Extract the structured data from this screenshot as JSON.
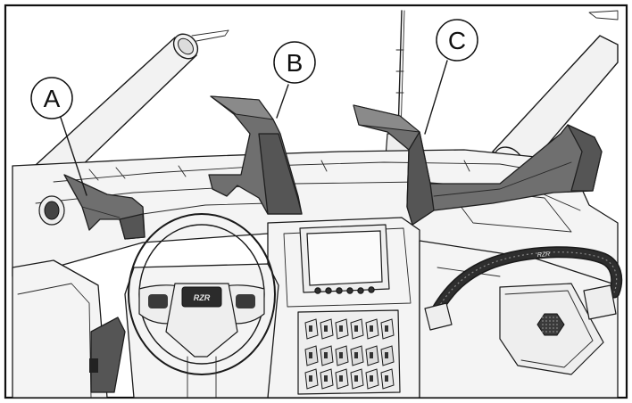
{
  "callouts": {
    "a": "A",
    "b": "B",
    "c": "C"
  },
  "badges": {
    "steering_wheel": "RZR",
    "grab_bar": "RZR"
  }
}
